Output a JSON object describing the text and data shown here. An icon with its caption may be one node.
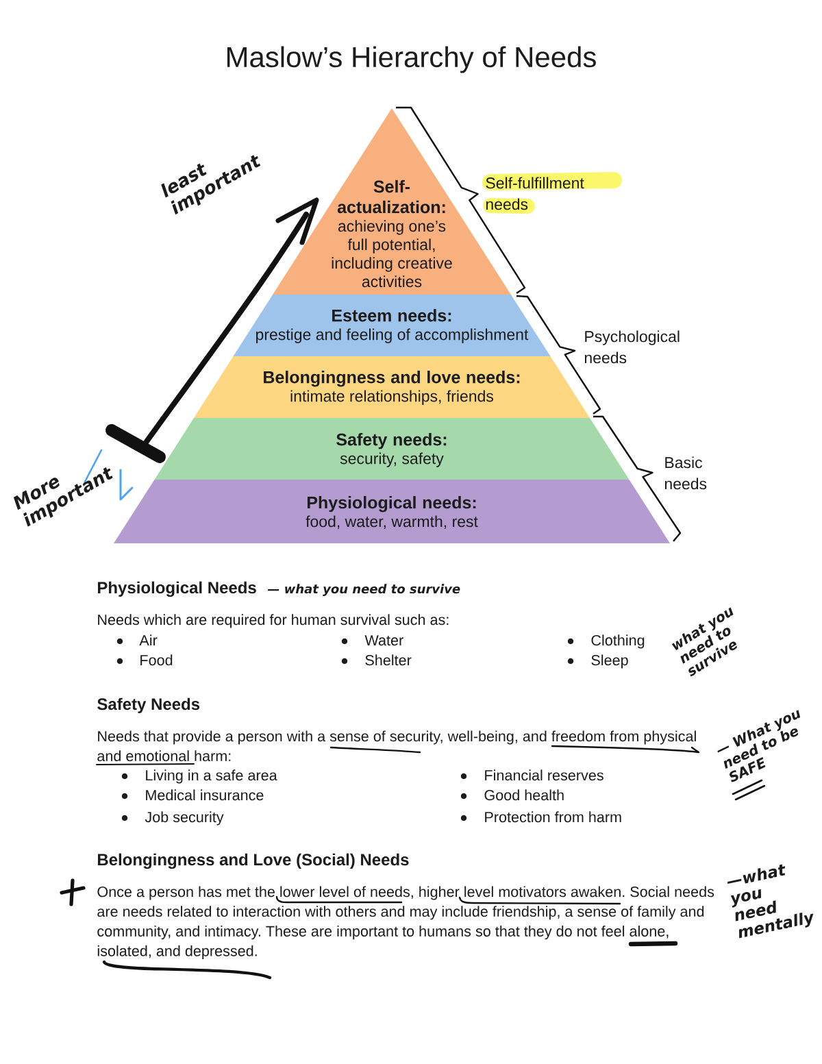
{
  "diagram": {
    "title": "Maslow’s Hierarchy of Needs",
    "nodes": [
      {
        "text": [
          "Self-actualization:",
          "achieving one’s full potential, including creative activities"
        ]
      },
      {
        "text": [
          "Esteem needs:",
          "prestige and feeling of accomplishment"
        ]
      },
      {
        "text": [
          "Belongingness and love needs:",
          "intimate relationships, friends"
        ]
      },
      {
        "text": [
          "Safety needs:",
          "security, safety"
        ]
      },
      {
        "text": [
          "Physiological needs:",
          "food, water, warmth, rest"
        ]
      }
    ],
    "labels": [
      "least important",
      "Self-fulfillment needs",
      "Psychological needs",
      "More important",
      "Basic needs",
      "Physiological Needs",
      "— what you need to survive",
      "Needs which are required for human survival such as:",
      "Air",
      "Water",
      "Clothing",
      "Food",
      "Shelter",
      "Sleep",
      "what you need to survive",
      "Safety Needs",
      "Needs that provide a person with a sense of security, well-being, and freedom from physical and emotional harm:",
      "— What you need to be SAFE",
      "Living in a safe area",
      "Financial reserves",
      "Medical insurance",
      "Good health",
      "Job security",
      "Protection from harm",
      "Belongingness and Love (Social) Needs",
      "Once a person has met the lower level of needs, higher level motivators awaken. Social needs are needs related to interaction with others and may include friendship, a sense of family and community, and intimacy. These are important to humans so that they do not feel alone, isolated, and depressed.",
      "—what you need mentally"
    ]
  }
}
